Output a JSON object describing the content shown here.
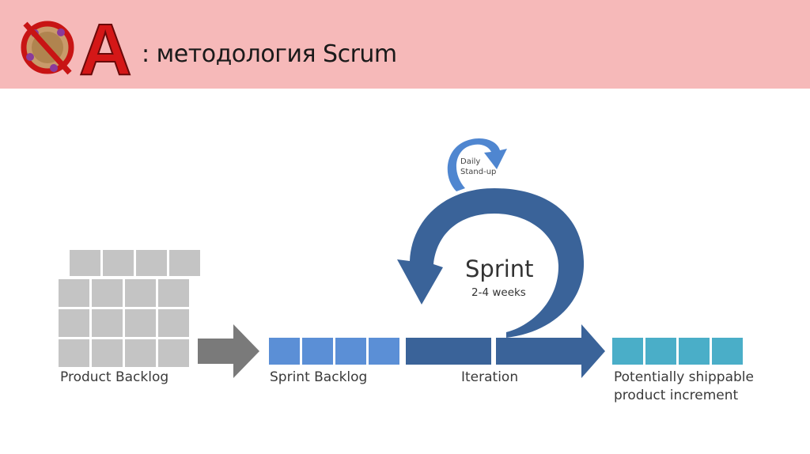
{
  "header": {
    "logo_text": "QA",
    "title": ": методология Scrum",
    "background_color": "#f6b9b9"
  },
  "diagram": {
    "product_backlog": {
      "label": "Product Backlog",
      "rows": 4,
      "cols": 4,
      "color": "#c4c4c4"
    },
    "transfer_arrow": {
      "color": "#7a7a7a"
    },
    "sprint_backlog": {
      "label": "Sprint Backlog",
      "blocks": 4,
      "color": "#5b8fd6"
    },
    "iteration": {
      "label": "Iteration",
      "color": "#3a6399"
    },
    "sprint": {
      "title": "Sprint",
      "duration": "2-4 weeks",
      "color": "#3a6399"
    },
    "daily_standup": {
      "line1": "Daily",
      "line2": "Stand-up",
      "color": "#4f86d0"
    },
    "increment": {
      "line1": "Potentially shippable",
      "line2": "product increment",
      "blocks": 4,
      "color": "#4aaec8"
    }
  }
}
